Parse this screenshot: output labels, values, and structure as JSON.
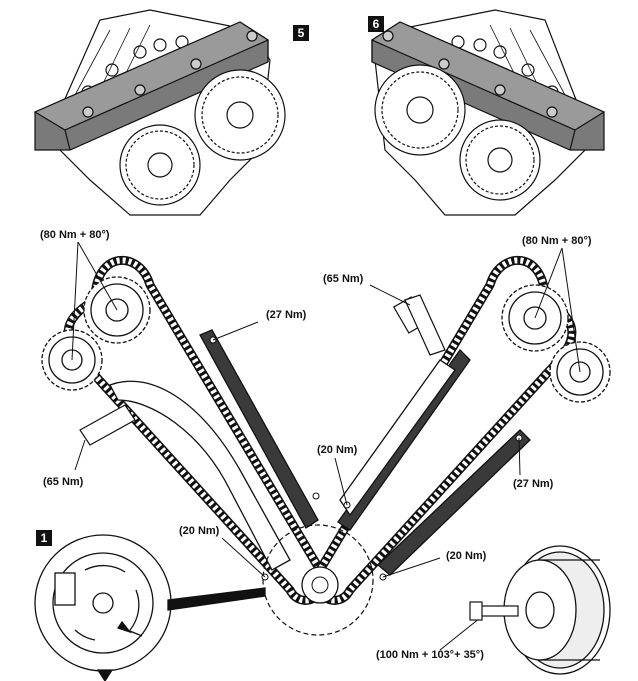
{
  "callouts": {
    "view_5": "5",
    "view_6": "6",
    "detail_1": "1"
  },
  "torque": {
    "left_cam": "(80 Nm + 80°)",
    "right_cam": "(80 Nm + 80°)",
    "left_tensioner": "(65 Nm)",
    "right_tensioner": "(65 Nm)",
    "left_guide_upper": "(27 Nm)",
    "right_guide_lower": "(27 Nm)",
    "center_guide": "(20 Nm)",
    "left_guide_lower": "(20 Nm)",
    "right_guide_bottom": "(20 Nm)",
    "crank_pulley_bolt": "(100 Nm + 103°+ 35°)"
  },
  "colors": {
    "ink": "#111111",
    "tool_fill": "#6f6f6f",
    "guide_fill": "#3a3a3a"
  }
}
